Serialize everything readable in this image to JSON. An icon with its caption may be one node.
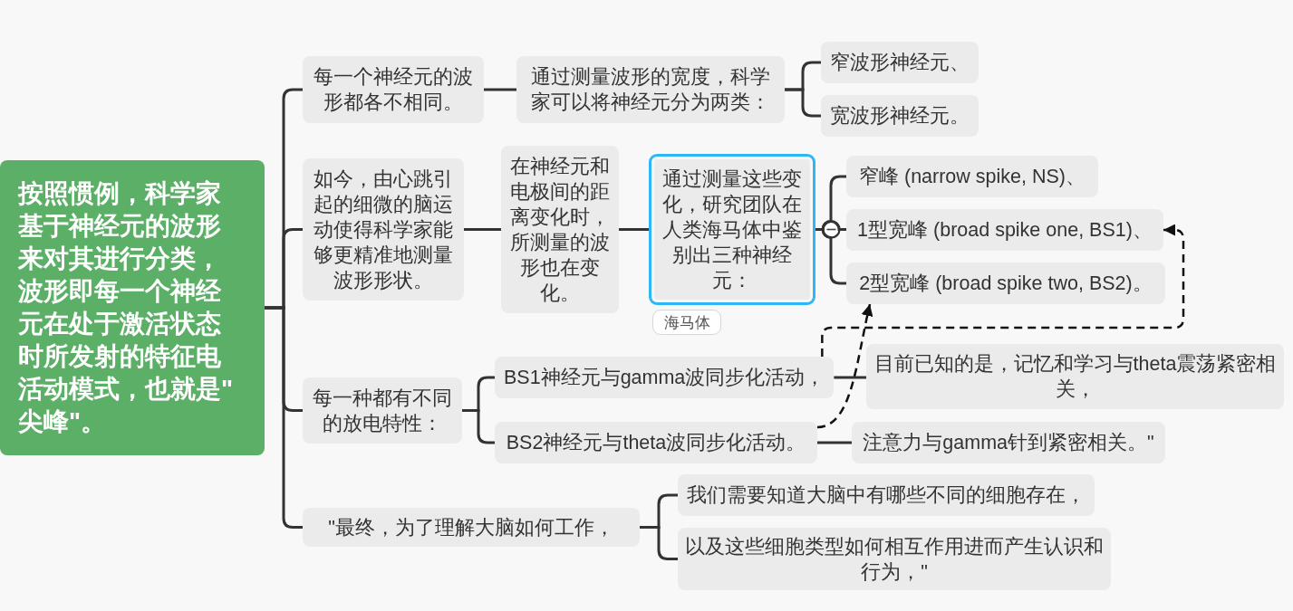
{
  "diagram": {
    "nodes": [
      {
        "text": [
          "按照惯例，科学家基于神经元的波形来对其进行分类，波形即每一个神经元在处于激活状态时所发射的特征电活动模式，也就是\"尖峰\"。"
        ]
      },
      {
        "text": [
          "每一个神经元的波形都各不相同。"
        ]
      },
      {
        "text": [
          "通过测量波形的宽度，科学家可以将神经元分为两类："
        ]
      },
      {
        "text": [
          "窄波形神经元、"
        ]
      },
      {
        "text": [
          "宽波形神经元。"
        ]
      },
      {
        "text": [
          "如今，由心跳引起的细微的脑运动使得科学家能够更精准地测量波形形状。"
        ]
      },
      {
        "text": [
          "在神经元和电极间的距离变化时，所测量的波形也在变化。"
        ]
      },
      {
        "text": [
          "通过测量这些变化，研究团队在人类海马体中鉴别出三种神经元："
        ],
        "beside": [
          "海马体"
        ]
      },
      {
        "text": [
          "窄峰 (narrow spike, NS)、"
        ]
      },
      {
        "text": [
          "1型宽峰 (broad spike one, BS1)、"
        ]
      },
      {
        "text": [
          "2型宽峰 (broad spike two, BS2)。"
        ]
      },
      {
        "text": [
          "每一种都有不同的放电特性："
        ]
      },
      {
        "text": [
          "BS1神经元与gamma波同步化活动，"
        ]
      },
      {
        "text": [
          "BS2神经元与theta波同步化活动。"
        ]
      },
      {
        "text": [
          "目前已知的是，记忆和学习与theta震荡紧密相关，"
        ]
      },
      {
        "text": [
          "注意力与gamma针到紧密相关。\""
        ]
      },
      {
        "text": [
          "\"最终，为了理解大脑如何工作，"
        ]
      },
      {
        "text": [
          "我们需要知道大脑中有哪些不同的细胞存在，"
        ]
      },
      {
        "text": [
          "以及这些细胞类型如何相互作用进而产生认识和行为，\""
        ]
      }
    ],
    "edges": [
      {
        "from": 0,
        "to": 1,
        "arrow": "none"
      },
      {
        "from": 0,
        "to": 5,
        "arrow": "none"
      },
      {
        "from": 0,
        "to": 11,
        "arrow": "none"
      },
      {
        "from": 0,
        "to": 16,
        "arrow": "none"
      },
      {
        "from": 1,
        "to": 2,
        "arrow": "none"
      },
      {
        "from": 2,
        "to": 3,
        "arrow": "none"
      },
      {
        "from": 2,
        "to": 4,
        "arrow": "none"
      },
      {
        "from": 5,
        "to": 6,
        "arrow": "none"
      },
      {
        "from": 6,
        "to": 7,
        "arrow": "none"
      },
      {
        "from": 7,
        "to": 8,
        "arrow": "none"
      },
      {
        "from": 7,
        "to": 9,
        "arrow": "none"
      },
      {
        "from": 7,
        "to": 10,
        "arrow": "none"
      },
      {
        "from": 11,
        "to": 12,
        "arrow": "none"
      },
      {
        "from": 11,
        "to": 13,
        "arrow": "none"
      },
      {
        "from": 12,
        "to": 14,
        "arrow": "none"
      },
      {
        "from": 13,
        "to": 15,
        "arrow": "none"
      },
      {
        "from": 16,
        "to": 17,
        "arrow": "none"
      },
      {
        "from": 16,
        "to": 18,
        "arrow": "none"
      },
      {
        "from": 12,
        "to": 9,
        "arrow": "to",
        "style": "dashed"
      },
      {
        "from": 13,
        "to": 10,
        "arrow": "to",
        "style": "dashed"
      }
    ]
  }
}
